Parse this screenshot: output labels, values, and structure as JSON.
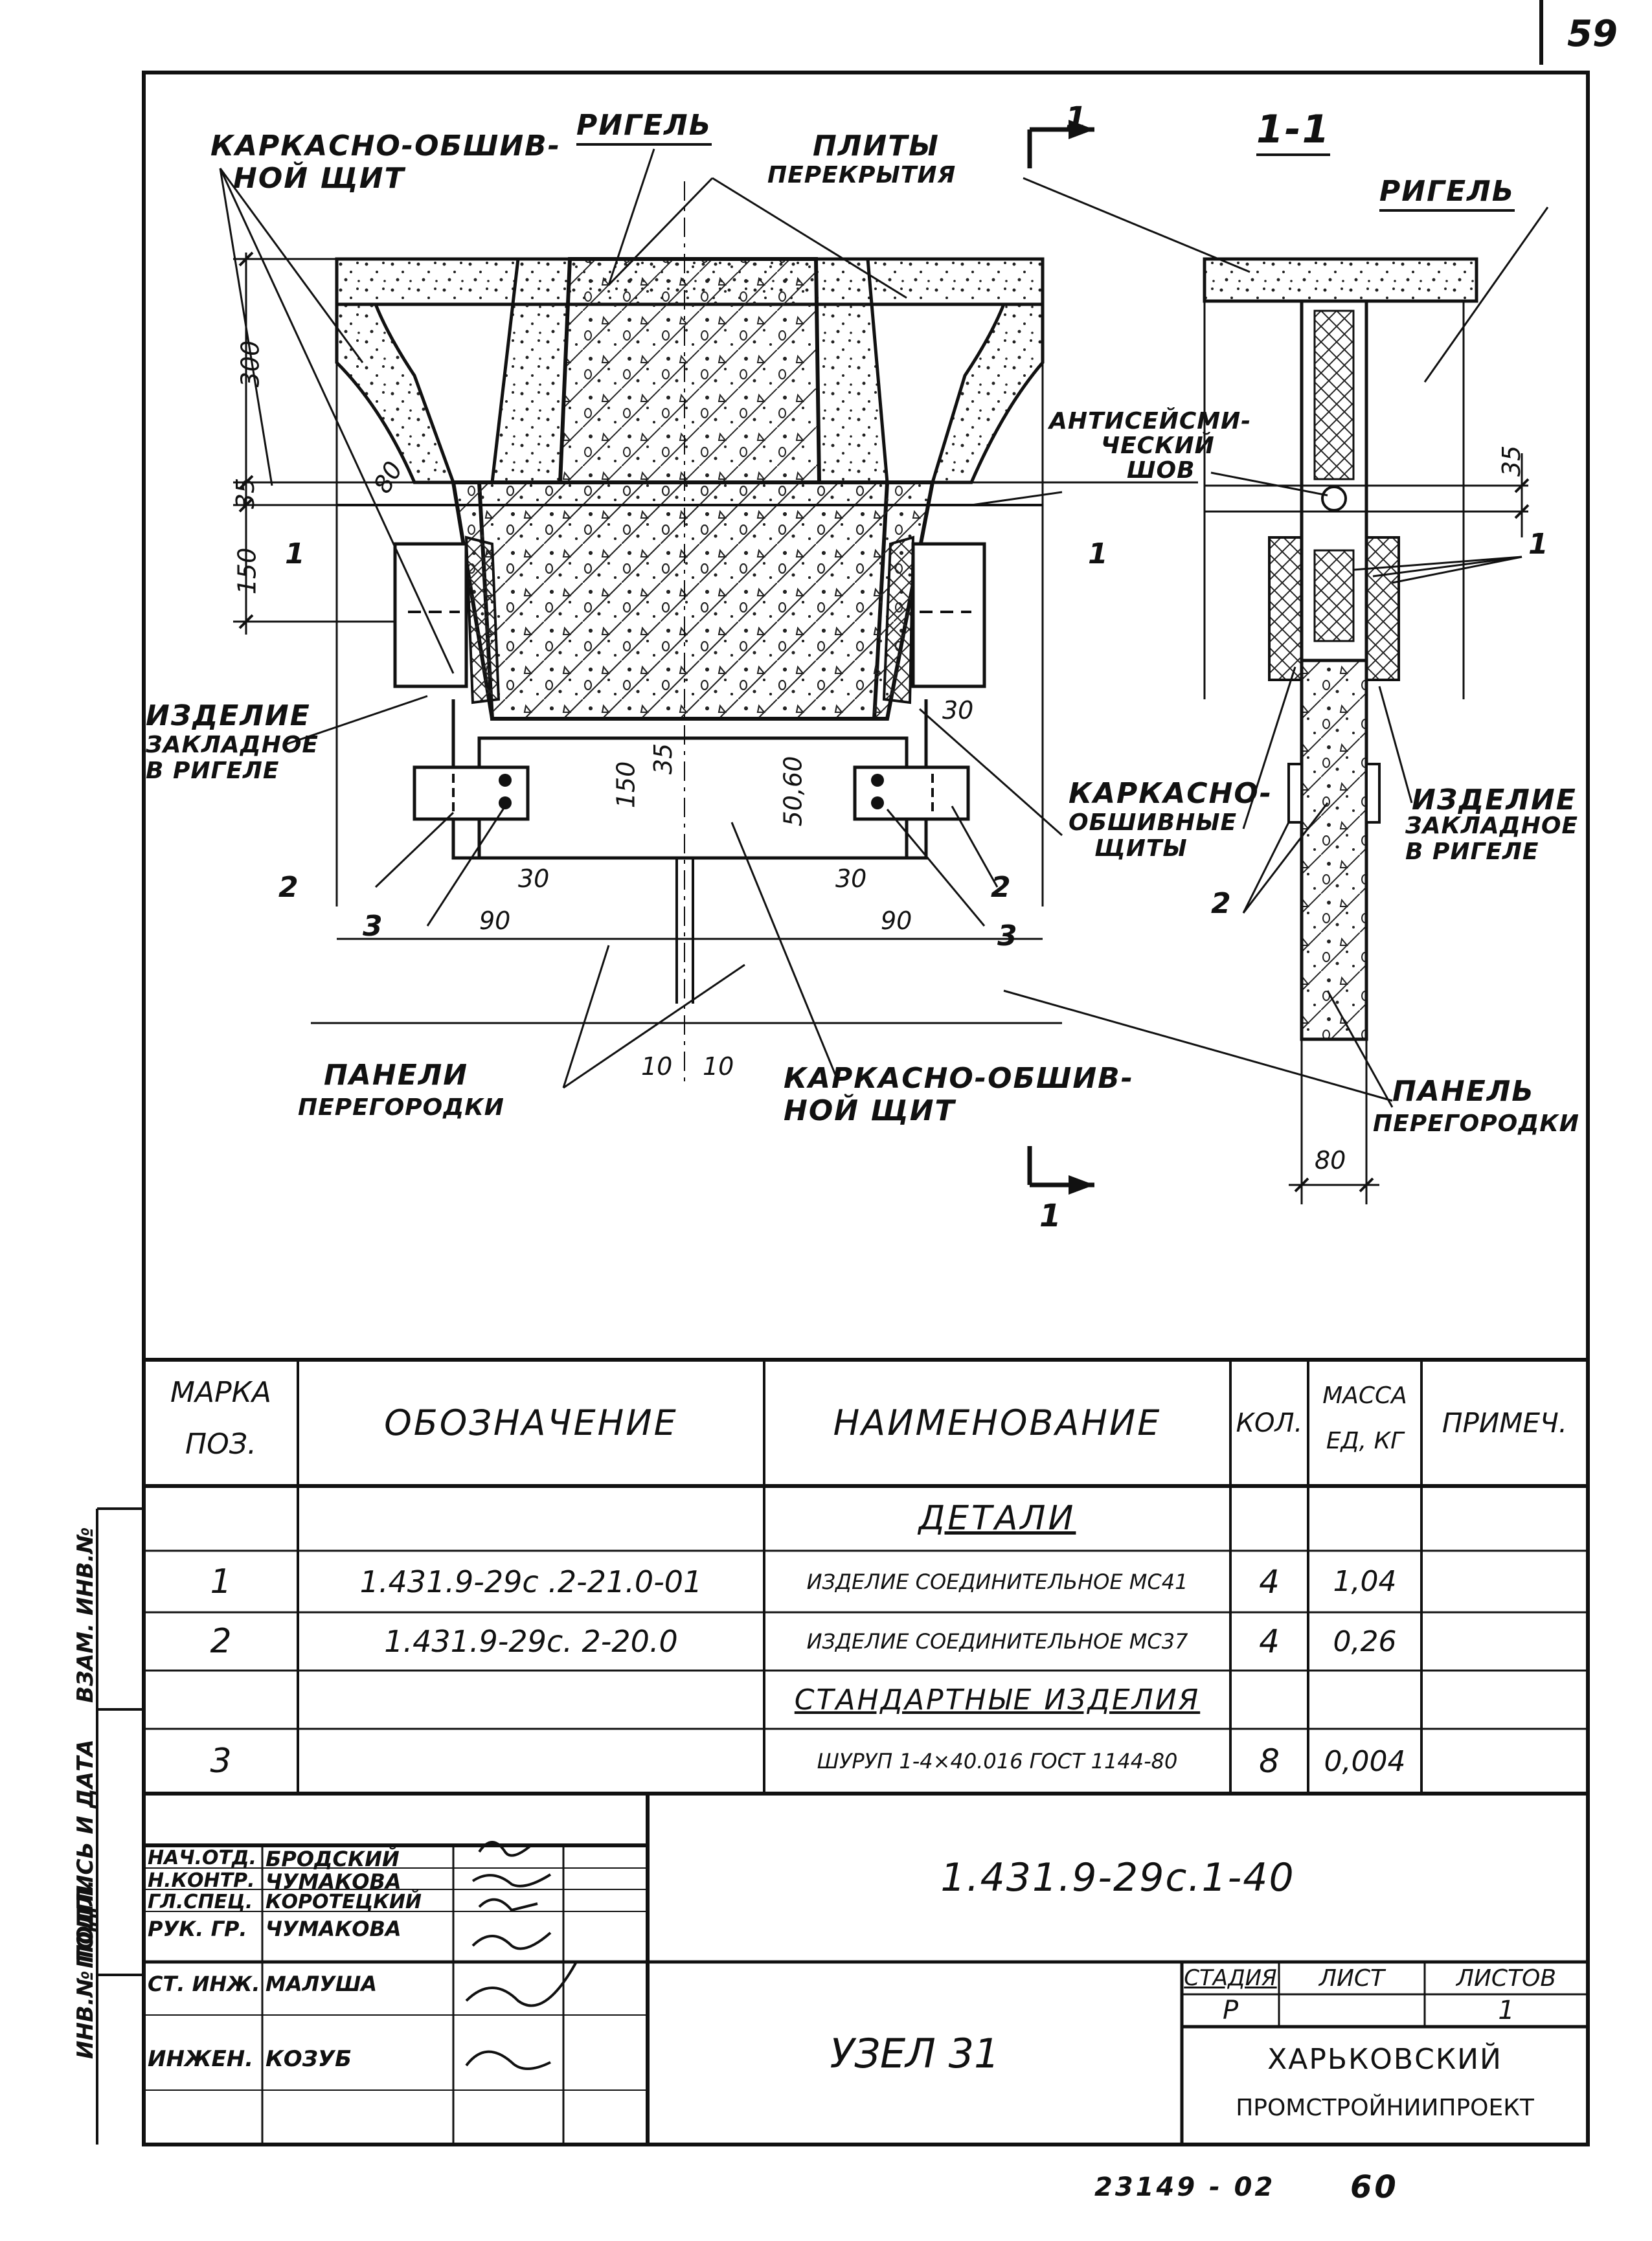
{
  "page": {
    "number": "59"
  },
  "drawing": {
    "section_label": "1-1",
    "cut_mark": "1",
    "labels": {
      "karkas_shield_top": [
        "КАРКАСНО-ОБШИВ-",
        "НОЙ ЩИТ"
      ],
      "rigel_top": "РИГЕЛЬ",
      "plates": [
        "ПЛИТЫ",
        "ПЕРЕКРЫТИЯ"
      ],
      "rigel_right": "РИГЕЛЬ",
      "antiseismic": [
        "АНТИСЕЙСМИ-",
        "ЧЕСКИЙ",
        "ШОВ"
      ],
      "embedded_left": [
        "ИЗДЕЛИЕ",
        "ЗАКЛАДНОЕ",
        "В РИГЕЛЕ"
      ],
      "karkas_shields_mid": [
        "КАРКАСНО-",
        "ОБШИВНЫЕ",
        "ЩИТЫ"
      ],
      "embedded_right": [
        "ИЗДЕЛИЕ",
        "ЗАКЛАДНОЕ",
        "В РИГЕЛЕ"
      ],
      "panels": [
        "ПАНЕЛИ",
        "ПЕРЕГОРОДКИ"
      ],
      "karkas_shield_bottom": [
        "КАРКАСНО-ОБШИВ-",
        "НОЙ ЩИТ"
      ],
      "panel_right": [
        "ПАНЕЛЬ",
        "ПЕРЕГОРОДКИ"
      ]
    },
    "dims": {
      "d300": "300",
      "d35a": "35",
      "d150a": "150",
      "d80a": "80",
      "d35b": "35",
      "d150b": "150",
      "d30a": "30",
      "d30b": "30",
      "d90a": "90",
      "d30c": "30",
      "d90b": "90",
      "d5060": "50,60",
      "d35c": "35",
      "d10a": "10",
      "d10b": "10",
      "d80b": "80"
    },
    "pos": {
      "p1a": "1",
      "p1b": "1",
      "p1c": "1",
      "p2a": "2",
      "p2b": "2",
      "p2c": "2",
      "p3a": "3",
      "p3b": "3"
    }
  },
  "spec_table": {
    "headers": {
      "mark": [
        "МАРКА",
        "ПОЗ."
      ],
      "designation": "ОБОЗНАЧЕНИЕ",
      "name": "НАИМЕНОВАНИЕ",
      "qty": "КОЛ.",
      "mass": [
        "МАССА",
        "ЕД, КГ"
      ],
      "note": "ПРИМЕЧ."
    },
    "section_details": "ДЕТАЛИ",
    "section_standard": "СТАНДАРТНЫЕ ИЗДЕЛИЯ",
    "rows": [
      {
        "mark": "1",
        "designation": "1.431.9-29с .2-21.0-01",
        "name": "ИЗДЕЛИЕ СОЕДИНИТЕЛЬНОЕ МС41",
        "qty": "4",
        "mass": "1,04"
      },
      {
        "mark": "2",
        "designation": "1.431.9-29с. 2-20.0",
        "name": "ИЗДЕЛИЕ СОЕДИНИТЕЛЬНОЕ МС37",
        "qty": "4",
        "mass": "0,26"
      },
      {
        "mark": "3",
        "designation": "",
        "name": "ШУРУП 1-4×40.016 ГОСТ 1144-80",
        "qty": "8",
        "mass": "0,004"
      }
    ]
  },
  "side_stamp": [
    "ИНВ.№ ПОДЛ.",
    "ПОДПИСЬ И ДАТА",
    "ВЗАМ. ИНВ.№"
  ],
  "title_block": {
    "staff": [
      {
        "role": "НАЧ.ОТД.",
        "name": "БРОДСКИЙ"
      },
      {
        "role": "Н.КОНТР.",
        "name": "ЧУМАКОВА"
      },
      {
        "role": "ГЛ.СПЕЦ.",
        "name": "КОРОТЕЦКИЙ"
      },
      {
        "role": "РУК. ГР.",
        "name": "ЧУМАКОВА"
      },
      {
        "role": "СТ. ИНЖ.",
        "name": "МАЛУША"
      },
      {
        "role": "ИНЖЕН.",
        "name": "КОЗУБ"
      }
    ],
    "doc_code": "1.431.9-29с.1-40",
    "sheet_title": "УЗЕЛ 31",
    "stage_label": "СТАДИЯ",
    "sheet_label": "ЛИСТ",
    "sheets_label": "ЛИСТОВ",
    "stage": "Р",
    "sheet": "",
    "sheets": "1",
    "org": [
      "ХАРЬКОВСКИЙ",
      "ПРОМСТРОЙНИИПРОЕКТ"
    ]
  },
  "footer": {
    "archive": "23149 - 02",
    "num": "60"
  }
}
